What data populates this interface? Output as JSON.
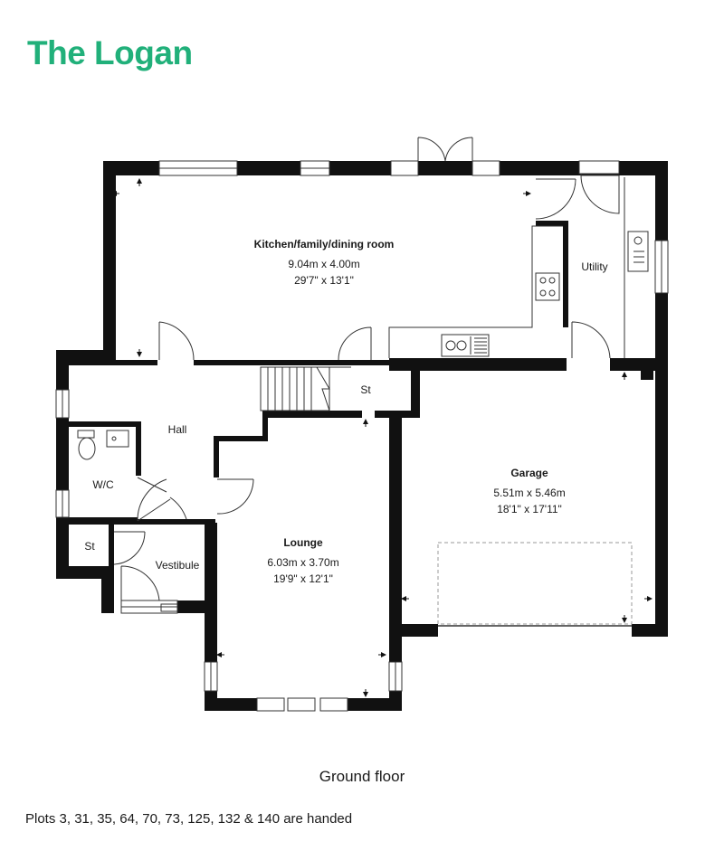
{
  "title": "The Logan",
  "floor_label": "Ground floor",
  "note": "Plots 3, 31, 35, 64, 70, 73, 125, 132 & 140 are handed",
  "colors": {
    "brand": "#21b07a",
    "wall": "#111111",
    "line": "#333333"
  },
  "rooms": {
    "kitchen": {
      "name": "Kitchen/family/dining room",
      "metric": "9.04m x 4.00m",
      "imperial": "29'7\" x 13'1\""
    },
    "utility": {
      "name": "Utility"
    },
    "hall": {
      "name": "Hall"
    },
    "store1": {
      "name": "St"
    },
    "wc": {
      "name": "W/C"
    },
    "store2": {
      "name": "St"
    },
    "vestibule": {
      "name": "Vestibule"
    },
    "lounge": {
      "name": "Lounge",
      "metric": "6.03m x 3.70m",
      "imperial": "19'9\" x 12'1\""
    },
    "garage": {
      "name": "Garage",
      "metric": "5.51m x 5.46m",
      "imperial": "18'1\" x 17'11\""
    }
  }
}
